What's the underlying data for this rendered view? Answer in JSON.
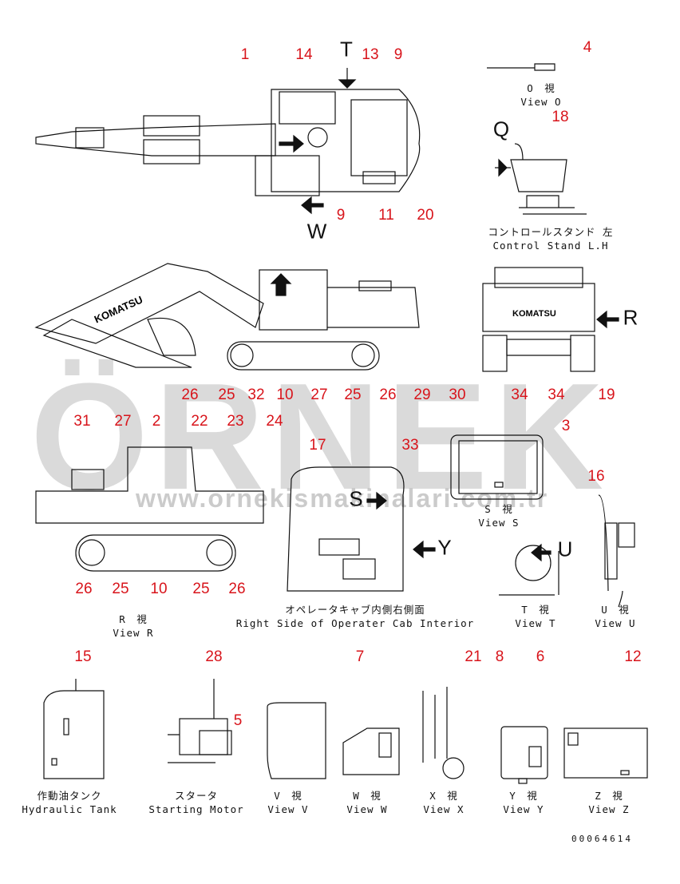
{
  "watermark": {
    "text": "ÖRNEK",
    "url": "www.ornekismakinalari.com.tr"
  },
  "callouts": {
    "top": [
      "1",
      "14",
      "13",
      "9",
      "4",
      "18",
      "9",
      "11",
      "20"
    ],
    "middle": [
      "26",
      "25",
      "32",
      "10",
      "27",
      "25",
      "26",
      "29",
      "30",
      "34",
      "34",
      "19"
    ],
    "lower": [
      "31",
      "27",
      "2",
      "22",
      "23",
      "24",
      "17",
      "33",
      "3",
      "16",
      "26",
      "25",
      "10",
      "25",
      "26"
    ],
    "bottom": [
      "15",
      "28",
      "5",
      "7",
      "21",
      "8",
      "6",
      "12"
    ]
  },
  "view_letters": {
    "t": "T",
    "w": "W",
    "q": "Q",
    "r": "R",
    "s": "S",
    "y": "Y",
    "u": "U"
  },
  "captions": {
    "view_o": {
      "jp": "O　視",
      "en": "View O"
    },
    "control_stand": {
      "jp": "コントロールスタンド 左",
      "en": "Control Stand L.H"
    },
    "view_r": {
      "jp": "R　視",
      "en": "View R"
    },
    "view_s": {
      "jp": "S　視",
      "en": "View S"
    },
    "cab_interior": {
      "jp": "オペレータキャブ内側右側面",
      "en": "Right Side of Operater Cab Interior"
    },
    "view_t": {
      "jp": "T　視",
      "en": "View T"
    },
    "view_u": {
      "jp": "U　視",
      "en": "View U"
    },
    "hydraulic_tank": {
      "jp": "作動油タンク",
      "en": "Hydraulic Tank"
    },
    "starting_motor": {
      "jp": "スタータ",
      "en": "Starting Motor"
    },
    "view_v": {
      "jp": "V　視",
      "en": "View V"
    },
    "view_w": {
      "jp": "W　視",
      "en": "View W"
    },
    "view_x": {
      "jp": "X　視",
      "en": "View X"
    },
    "view_y": {
      "jp": "Y　視",
      "en": "View Y"
    },
    "view_z": {
      "jp": "Z　視",
      "en": "View Z"
    }
  },
  "brand": "KOMATSU",
  "drawing_number": "00064614"
}
